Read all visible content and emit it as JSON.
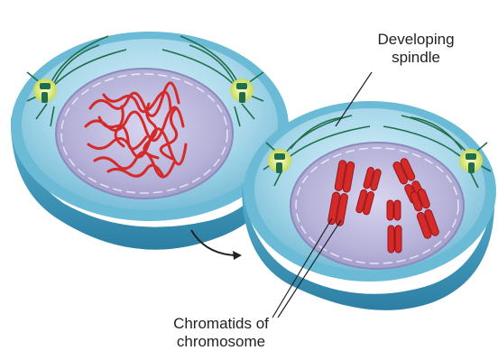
{
  "labels": {
    "spindle_line1": "Developing",
    "spindle_line2": "spindle",
    "chromatids_line1": "Chromatids of",
    "chromatids_line2": "chromosome"
  },
  "colors": {
    "cytoplasm_outer": "#4aa3c4",
    "cytoplasm_rim": "#86c9df",
    "nucleus": "#b8b5d8",
    "chromosome": "#d42a2a",
    "centrosome": "#dde87a",
    "spindle_fiber": "#1f6d4a"
  }
}
